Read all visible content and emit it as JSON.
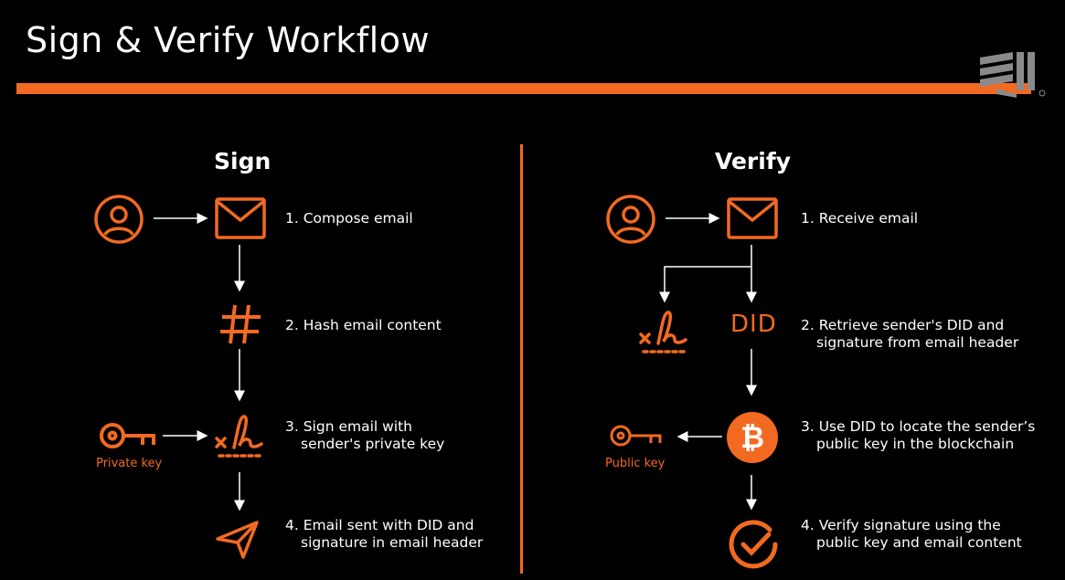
{
  "header": {
    "title": "Sign & Verify Workflow"
  },
  "sign": {
    "heading": "Sign",
    "steps": [
      {
        "line1": "1. Compose email",
        "line2": ""
      },
      {
        "line1": "2. Hash email content",
        "line2": ""
      },
      {
        "line1": "3. Sign email with",
        "line2": "sender's private key"
      },
      {
        "line1": "4. Email sent with DID and",
        "line2": "signature in email header"
      }
    ],
    "key_label": "Private key"
  },
  "verify": {
    "heading": "Verify",
    "steps": [
      {
        "line1": "1. Receive email",
        "line2": ""
      },
      {
        "line1": "2. Retrieve sender's DID and",
        "line2": "signature from email header"
      },
      {
        "line1": "3. Use DID to locate the sender’s",
        "line2": "public key in the blockchain"
      },
      {
        "line1": "4. Verify signature using the",
        "line2": "public key and email content"
      }
    ],
    "key_label": "Public key",
    "did_label": "DID"
  },
  "colors": {
    "accent": "#f26a21",
    "background": "#000000",
    "text": "#ffffff"
  },
  "icons": [
    "user-icon",
    "envelope-icon",
    "hash-icon",
    "key-icon",
    "signature-icon",
    "paper-plane-icon",
    "bitcoin-icon",
    "check-circle-icon",
    "logo-icon"
  ]
}
